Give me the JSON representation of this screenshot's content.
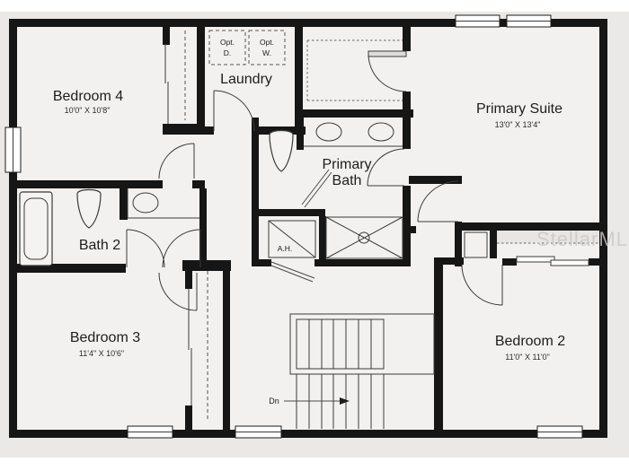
{
  "watermark": {
    "text": "StellarMLS"
  },
  "rooms": {
    "bedroom4": {
      "label": "Bedroom 4",
      "dims": "10'0\" X 10'8\""
    },
    "laundry": {
      "label": "Laundry"
    },
    "primary_suite": {
      "label": "Primary Suite",
      "dims": "13'0\" X 13'4\""
    },
    "primary_bath": {
      "label_line1": "Primary",
      "label_line2": "Bath"
    },
    "bath2": {
      "label": "Bath 2"
    },
    "bedroom3": {
      "label": "Bedroom 3",
      "dims": "11'4\" X 10'6\""
    },
    "bedroom2": {
      "label": "Bedroom 2",
      "dims": "11'0\" X 11'0\""
    },
    "air_handler": {
      "label": "A.H."
    }
  },
  "stairs": {
    "direction_label": "Dn"
  },
  "optional_appliances": {
    "dryer": {
      "line1": "Opt.",
      "line2": "D."
    },
    "washer": {
      "line1": "Opt.",
      "line2": "W."
    }
  }
}
